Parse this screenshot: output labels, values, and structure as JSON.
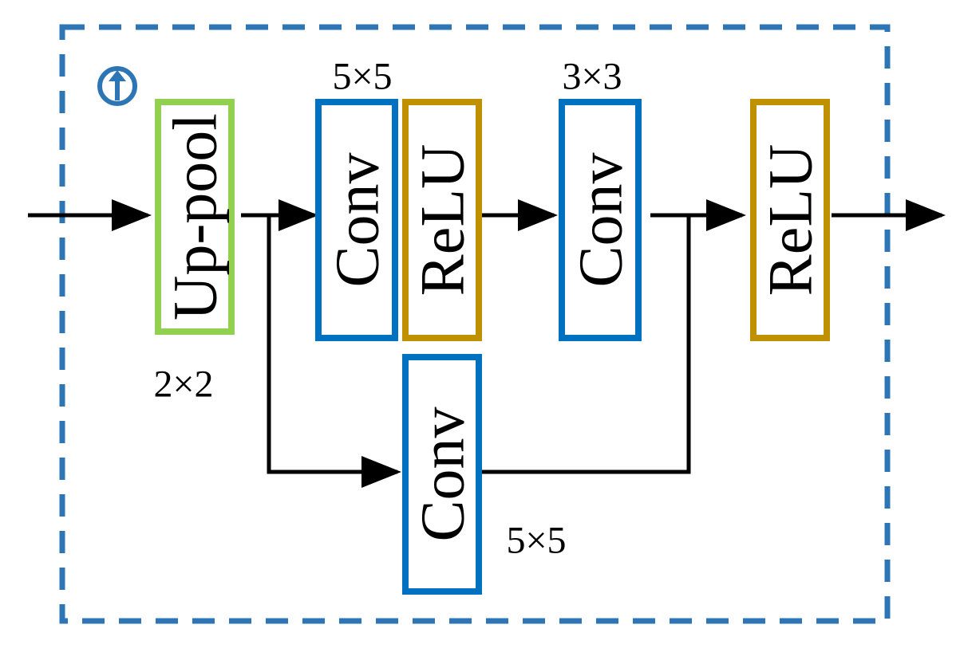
{
  "colors": {
    "frame": "#2e75b6",
    "icon": "#2e75b6",
    "uppool_border": "#92d050",
    "conv_border": "#0070c0",
    "relu_border": "#bf9000",
    "arrow": "#000000",
    "text": "#000000"
  },
  "icon": "upsampling-icon",
  "blocks": {
    "uppool": "Up-pool",
    "conv1": "Conv",
    "relu1": "ReLU",
    "conv2": "Conv",
    "relu2": "ReLU",
    "conv_skip": "Conv"
  },
  "kernels": {
    "uppool": "2×2",
    "conv1": "5×5",
    "conv2": "3×3",
    "conv_skip": "5×5"
  }
}
